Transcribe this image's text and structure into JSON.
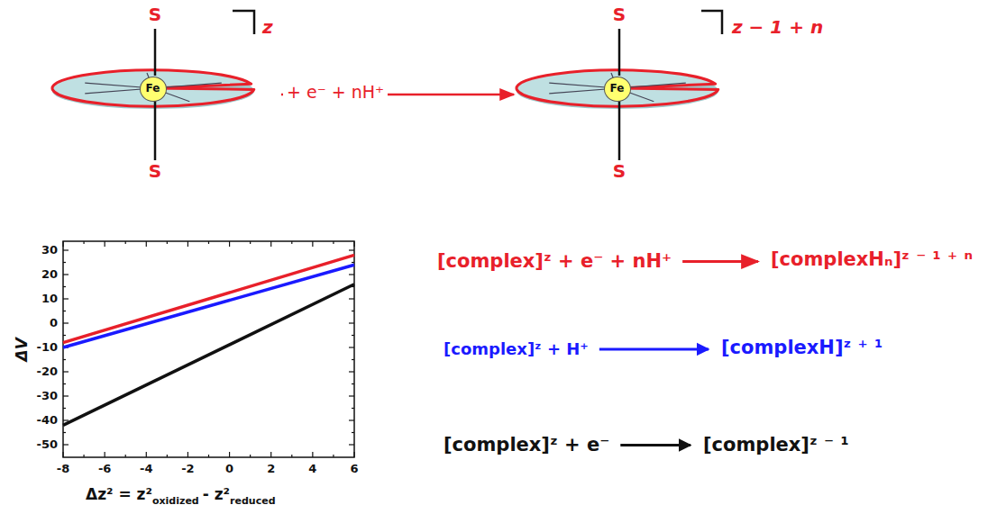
{
  "diagram": {
    "nodes": [
      {
        "text": [
          "S",
          "S",
          "z"
        ]
      },
      {
        "text": [
          "Fe"
        ],
        "in": 0
      },
      {
        "text": [
          "S",
          "S",
          "z − 1 + n"
        ]
      },
      {
        "text": [
          "Fe"
        ],
        "in": 2
      }
    ],
    "edges": [
      {
        "from": 0,
        "to": 2,
        "arrow": "to",
        "label": "+ e⁻ + nH⁺"
      }
    ],
    "labels": [
      "30",
      "20",
      "10",
      "0",
      "-10",
      "-20",
      "-30",
      "-40",
      "-50",
      "-8",
      "-6",
      "-4",
      "-2",
      "0",
      "2",
      "4",
      "6",
      "ΔV",
      "Δz² = z²",
      "oxidized",
      "- z²",
      "reduced",
      "[complex]ᶻ + e⁻ + nH⁺",
      "[complexHₙ]ᶻ ⁻ ¹ ⁺ ⁿ",
      "[complex]ᶻ + H⁺",
      "[complexH]ᶻ ⁺ ¹",
      "[complex]ᶻ + e⁻",
      "[complex]ᶻ ⁻ ¹"
    ]
  }
}
